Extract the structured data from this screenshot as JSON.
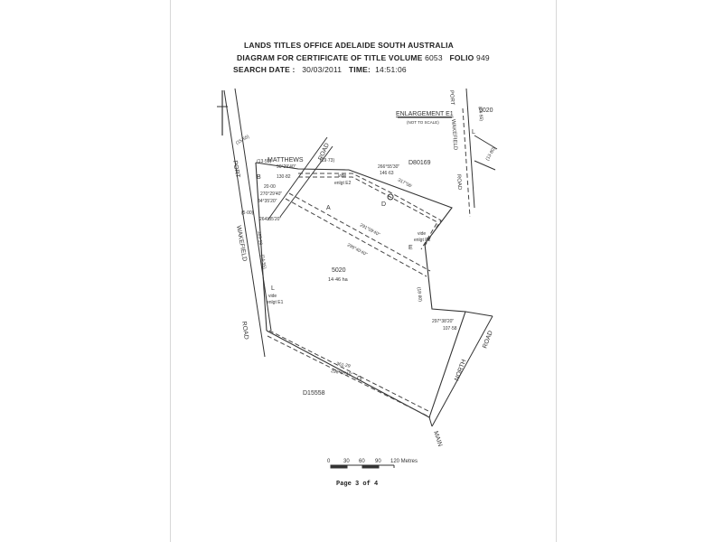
{
  "header": {
    "office": "LANDS TITLES OFFICE  ADELAIDE  SOUTH AUSTRALIA",
    "diagram_label": "DIAGRAM FOR CERTIFICATE OF TITLE VOLUME",
    "volume": "6053",
    "folio_label": "FOLIO",
    "folio": "949",
    "search_date_label": "SEARCH DATE :",
    "search_date": "30/03/2011",
    "time_label": "TIME:",
    "time": "14:51:06"
  },
  "labels": {
    "matthews": "MATTHEWS",
    "road1": "ROAD",
    "port1": "PORT",
    "wakefield1": "WAKEFIELD",
    "road2": "ROAD",
    "lot": "5020",
    "area": "14·46 ha",
    "d80169": "D80169",
    "d15558": "D15558",
    "north": "NORTH",
    "road3": "ROAD",
    "main": "MAIN",
    "enlargement": "ENLARGEMENT E1",
    "not_to_scale": "(NOT TO SCALE)",
    "enl_lot": "5020",
    "port2": "PORT",
    "wakefield2": "WAKEFIELD",
    "road4": "ROAD",
    "vide_e2a": "vide",
    "enlgt_e2a": "enlgt E2",
    "vide_e2b": "vide",
    "enlgt_e2b": "enlgt E2",
    "vide_e1": "vide",
    "enlgt_e1": "enlgt E1",
    "pt_a": "A",
    "pt_b": "B",
    "pt_d": "D",
    "pt_e": "E",
    "pt_g": "G",
    "pt_l": "L",
    "pt_l2": "L",
    "b1": "90°29'40\"",
    "b2": "266°55'30\"",
    "b3": "130·82",
    "b4": "146·63",
    "b5": "270°29'40\"",
    "b6": "84°35'20\"",
    "b7": "264°35'20\"",
    "b8": "20·00",
    "b9": "(13·55)",
    "b10": "(5·00)",
    "b11": "385·59",
    "b12": "(14·55)",
    "b13": "299°40'40\"",
    "b14": "291°09'40\"",
    "b15": "297°38'20\"",
    "b16": "107·58",
    "b17": "361·29",
    "b18": "298°16'10\"",
    "b19": "317°06'",
    "b20": "(19·73)",
    "b21": "(18·80)",
    "b22": "(14·55)",
    "b23": "(13·80)",
    "b24": "(15·55)"
  },
  "scale": {
    "ticks": [
      "0",
      "30",
      "60",
      "90",
      "120 Metres"
    ]
  },
  "footer": {
    "page": "Page 3 of 4"
  }
}
